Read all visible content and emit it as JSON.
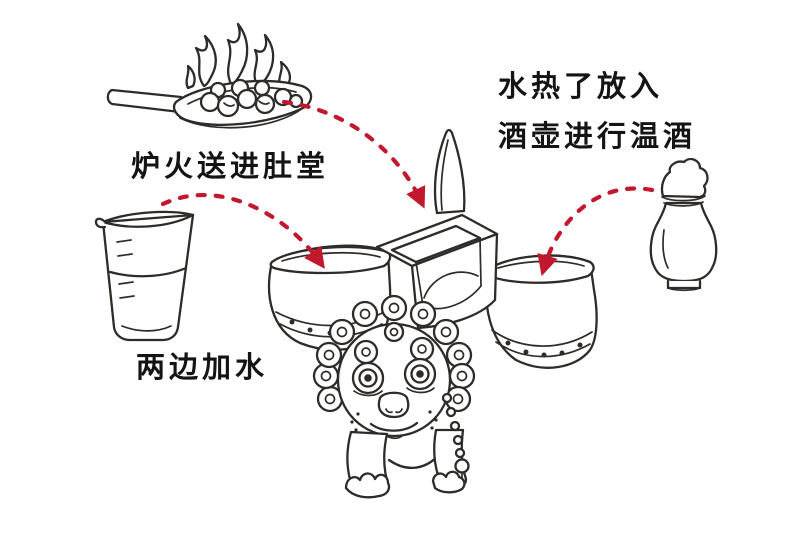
{
  "colors": {
    "bg": "#ffffff",
    "ink": "#2e2b28",
    "arrow": "#c2182e",
    "text": "#141414"
  },
  "labels": {
    "furnace": "炉火送进肚堂",
    "warm_wine_line1": "水热了放入",
    "warm_wine_line2": "酒壶进行温酒",
    "add_water": "两边加水"
  },
  "icons": [
    {
      "name": "fire-shovel-icon",
      "meaning": "shovel pan of burning charcoal"
    },
    {
      "name": "water-beaker-icon",
      "meaning": "cup of water with measuring ticks"
    },
    {
      "name": "wine-jar-icon",
      "meaning": "sealed wine jar"
    },
    {
      "name": "beast-vessel-illustration",
      "meaning": "lion-shaped wine-warming vessel with two side pots and center belly opening"
    },
    {
      "name": "dashed-arrow",
      "meaning": "step direction indicator"
    }
  ],
  "arrows": [
    {
      "name": "furnace-to-belly",
      "from": "fire-shovel-icon",
      "to": "center-opening",
      "style": "dashed",
      "color": "#c2182e"
    },
    {
      "name": "water-to-left-pot",
      "from": "water-beaker-icon",
      "to": "left-pot",
      "style": "dashed",
      "color": "#c2182e"
    },
    {
      "name": "jar-to-right-pot",
      "from": "wine-jar-icon",
      "to": "right-pot",
      "style": "dashed",
      "color": "#c2182e"
    }
  ]
}
